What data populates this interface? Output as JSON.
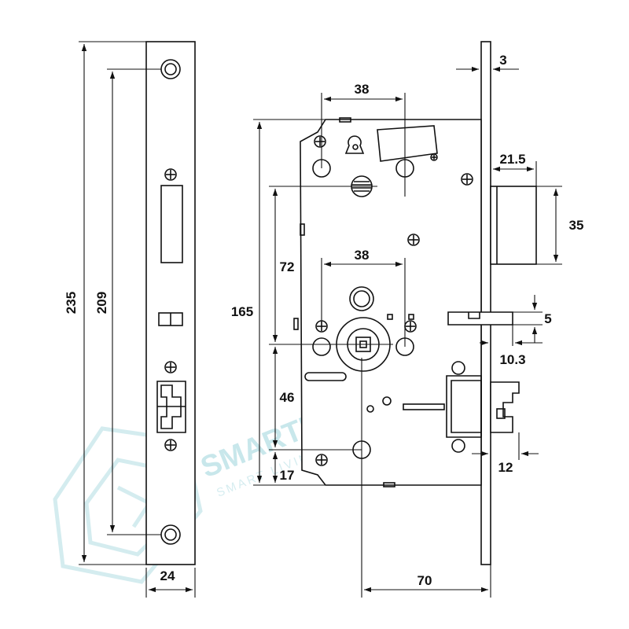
{
  "dimensions": {
    "faceplate_height": "235",
    "faceplate_hole_spacing": "209",
    "faceplate_width": "24",
    "top_offset": "38",
    "body_height": "165",
    "handle_spacing": "72",
    "center_offset": "38",
    "lower_spacing": "46",
    "bottom_offset": "17",
    "backset": "70",
    "faceplate_thickness": "3",
    "latch_projection": "21.5",
    "latch_height": "35",
    "slot_height": "5",
    "slot_offset": "10.3",
    "deadbolt_projection": "12"
  },
  "watermark": {
    "brand": "SMARTHOMETOP",
    "tagline": "SMART LIVING SMART HELPER"
  },
  "colors": {
    "line": "#111111",
    "watermark": "#bfe3e8"
  }
}
